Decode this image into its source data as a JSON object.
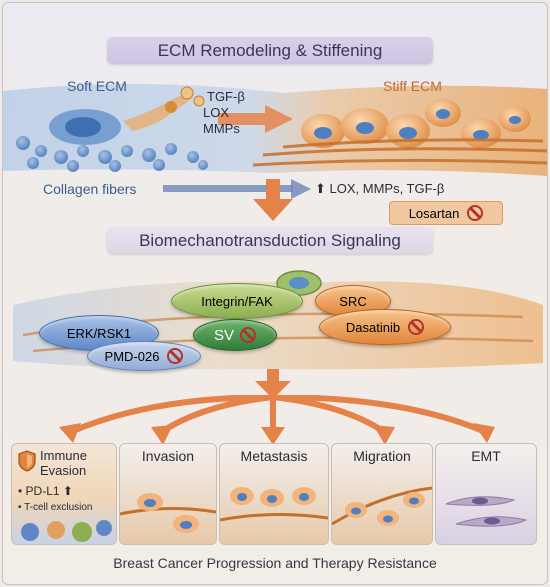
{
  "titles": {
    "top": "ECM Remodeling & Stiffening",
    "middle": "Biomechanotransduction Signaling",
    "bottom": "Breast Cancer Progression and Therapy Resistance"
  },
  "top_section": {
    "soft_ecm": "Soft ECM",
    "stiff_ecm": "Stiff ECM",
    "factors": [
      "TGF-β",
      "LOX",
      "MMPs"
    ],
    "collagen": "Collagen fibers",
    "upregulated": "⬆ LOX, MMPs, TGF-β",
    "losartan": "Losartan"
  },
  "signaling": {
    "integrin": "Integrin/FAK",
    "src": "SRC",
    "erk": "ERK/RSK1",
    "sv": "SV",
    "dasatinib": "Dasatinib",
    "pmd": "PMD-026"
  },
  "outcomes": {
    "immune_title_1": "Immune",
    "immune_title_2": "Evasion",
    "pdl1": "PD-L1 ⬆",
    "tcell": "T-cell exclusion",
    "invasion": "Invasion",
    "metastasis": "Metastasis",
    "migration": "Migration",
    "emt": "EMT"
  },
  "colors": {
    "blue": "#4e7fc0",
    "orange": "#e08a3c",
    "green": "#8cae4e",
    "inhibitor_red": "#b3332b"
  }
}
